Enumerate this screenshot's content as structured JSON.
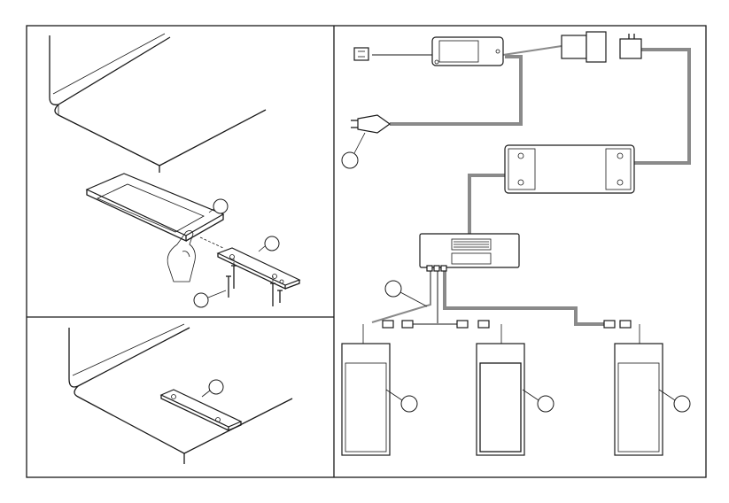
{
  "page": {
    "background": "#ffffff",
    "line_color": "#1a1a1a",
    "cable_color": "#8a8a8a"
  },
  "panels": {
    "top_left": {
      "name": "mounting-step-1"
    },
    "bottom_left": {
      "name": "mounting-step-2"
    },
    "right": {
      "name": "wiring-diagram"
    }
  },
  "footer": {
    "text": ""
  }
}
